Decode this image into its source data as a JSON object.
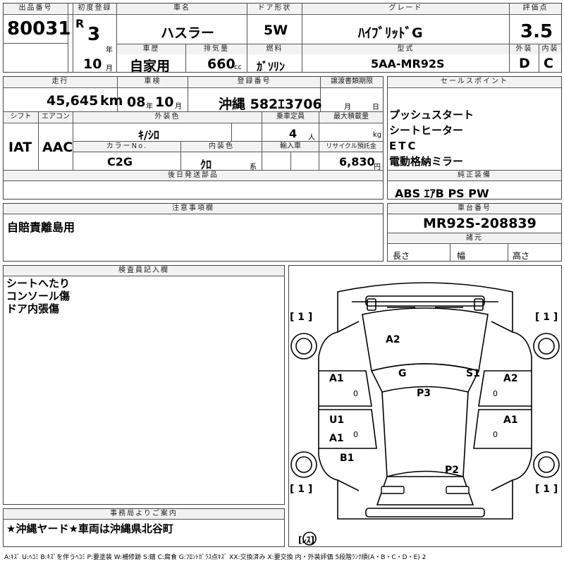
{
  "header": {
    "lot_label": "出品番号",
    "lot_number": "80031",
    "first_reg_label": "初度登録",
    "era": "R",
    "year_value": "3",
    "year_unit": "年",
    "month_value": "10",
    "month_unit": "月",
    "car_name_label": "車名",
    "car_name": "ハスラー",
    "history_label": "車歴",
    "history": "自家用",
    "displacement_label": "排気量",
    "displacement": "660",
    "displacement_unit": "cc",
    "door_label": "ドア形状",
    "door": "5W",
    "fuel_label": "燃料",
    "fuel": "ｶﾞｿﾘﾝ",
    "grade_label": "グレード",
    "grade": "ﾊｲﾌﾞﾘｯﾄﾞG",
    "model_label": "型式",
    "model": "5AA-MR92S",
    "score_label": "評価点",
    "score": "3.5",
    "exterior_label": "外装",
    "exterior": "D",
    "interior_label": "内装",
    "interior": "C"
  },
  "row2": {
    "mileage_label": "走行",
    "mileage": "45,645",
    "mileage_unit": "km",
    "inspection_label": "車検",
    "insp_year": "08",
    "insp_year_unit": "年",
    "insp_month": "10",
    "insp_month_unit": "月",
    "reg_label": "登録番号",
    "reg_number": "沖縄 582ｴ3706",
    "transfer_label": "譲渡書類期限",
    "transfer_month_unit": "月",
    "transfer_day_unit": "日",
    "shift_label": "シフト",
    "shift": "IAT",
    "ac_label": "エアコン",
    "ac": "AAC",
    "color_label": "外装色",
    "color": "ｷ/ｼﾛ",
    "capacity_label": "乗車定員",
    "capacity": "4",
    "capacity_unit": "人",
    "max_load_label": "最大積載量",
    "max_load_unit": "kg",
    "color_no_label": "カラーNo.",
    "color_no": "C2G",
    "int_color_label": "内装色",
    "int_color": "ｸﾛ",
    "int_color_unit": "系",
    "import_label": "輸入車",
    "recycle_label": "リサイクル預託金",
    "recycle": "6,830",
    "recycle_unit": "円",
    "later_label": "後日発送部品"
  },
  "sales": {
    "label": "セールスポイント",
    "items": [
      "プッシュスタート",
      "シートヒーター",
      "ETC",
      "電動格納ミラー"
    ]
  },
  "equipment": {
    "label": "純正装備",
    "value": "ABS ｴｱB PS PW"
  },
  "notes": {
    "label": "注意事項欄",
    "text": "自賠責離島用"
  },
  "chassis": {
    "label": "車台番号",
    "value": "MR92S-208839",
    "specs_label": "諸元",
    "length_label": "長さ",
    "width_label": "幅",
    "height_label": "高さ"
  },
  "inspector": {
    "label": "検査員記入欄",
    "lines": [
      "シートへたり",
      "コンソール傷",
      "ドア内張傷"
    ]
  },
  "diagram": {
    "marks": [
      "A2",
      "G",
      "A1",
      "S1",
      "A2",
      "P3",
      "U1",
      "A1",
      "A1",
      "B1",
      "P2"
    ],
    "tire_labels": [
      "[ 1 ]",
      "[ 1 ]",
      "[ 1 ]",
      "[ 1 ]"
    ],
    "zeros": [
      "0",
      "0",
      "0",
      "0"
    ],
    "spare_label": "[ﾚｽ]"
  },
  "office": {
    "label": "事務局よりご案内",
    "text": "★沖縄ヤード★車両は沖縄県北谷町"
  },
  "legend": "A:ｷｽﾞ U:ﾍｺﾐ B:ｷｽﾞを伴うﾍｺﾐ P:要塗装 W:補修跡 S:錆 C:腐食 G:ﾌﾛﾝﾄｶﾞﾗｽ点ｷｽﾞ XX:交換済み X:要交換 内・外装評価 5段階ﾗﾝｸ順(A・B・C・D・E) 2"
}
